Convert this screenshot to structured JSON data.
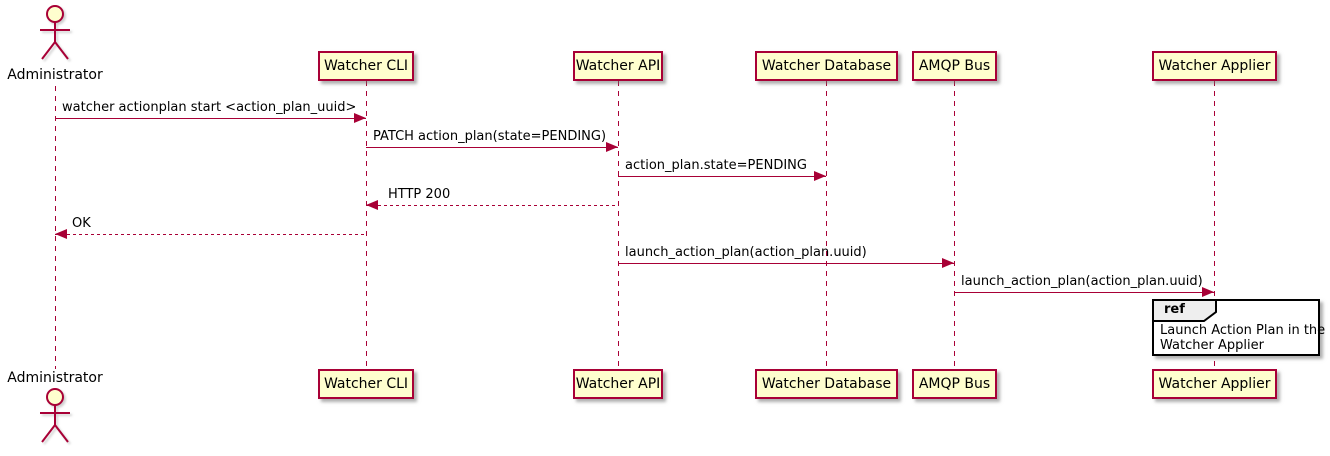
{
  "diagram": {
    "type": "uml-sequence-diagram",
    "tool_style": "plantuml"
  },
  "colors": {
    "accent_border": "#A80036",
    "participant_fill": "#FEFECE",
    "lifeline": "#A80036",
    "arrow": "#A80036",
    "text": "#000000",
    "ref_border": "#000000",
    "ref_fill": "#FFFFFF",
    "ref_header_fill": "#EEEEEE",
    "background": "#FFFFFF"
  },
  "actor": {
    "label": "Administrator"
  },
  "participants": [
    {
      "label": "Watcher CLI"
    },
    {
      "label": "Watcher API"
    },
    {
      "label": "Watcher Database"
    },
    {
      "label": "AMQP Bus"
    },
    {
      "label": "Watcher Applier"
    }
  ],
  "messages": [
    {
      "label": "watcher actionplan start <action_plan_uuid>",
      "from": "Administrator",
      "to": "Watcher CLI",
      "line": "solid"
    },
    {
      "label": "PATCH action_plan(state=PENDING)",
      "from": "Watcher CLI",
      "to": "Watcher API",
      "line": "solid"
    },
    {
      "label": "action_plan.state=PENDING",
      "from": "Watcher API",
      "to": "Watcher Database",
      "line": "solid"
    },
    {
      "label": "HTTP 200",
      "from": "Watcher API",
      "to": "Watcher CLI",
      "line": "dashed"
    },
    {
      "label": "OK",
      "from": "Watcher CLI",
      "to": "Administrator",
      "line": "dashed"
    },
    {
      "label": "launch_action_plan(action_plan.uuid)",
      "from": "Watcher API",
      "to": "AMQP Bus",
      "line": "solid"
    },
    {
      "label": "launch_action_plan(action_plan.uuid)",
      "from": "AMQP Bus",
      "to": "Watcher Applier",
      "line": "solid"
    }
  ],
  "ref": {
    "keyword": "ref",
    "over": "Watcher Applier",
    "line1": "Launch Action Plan in the",
    "line2": "Watcher Applier"
  }
}
